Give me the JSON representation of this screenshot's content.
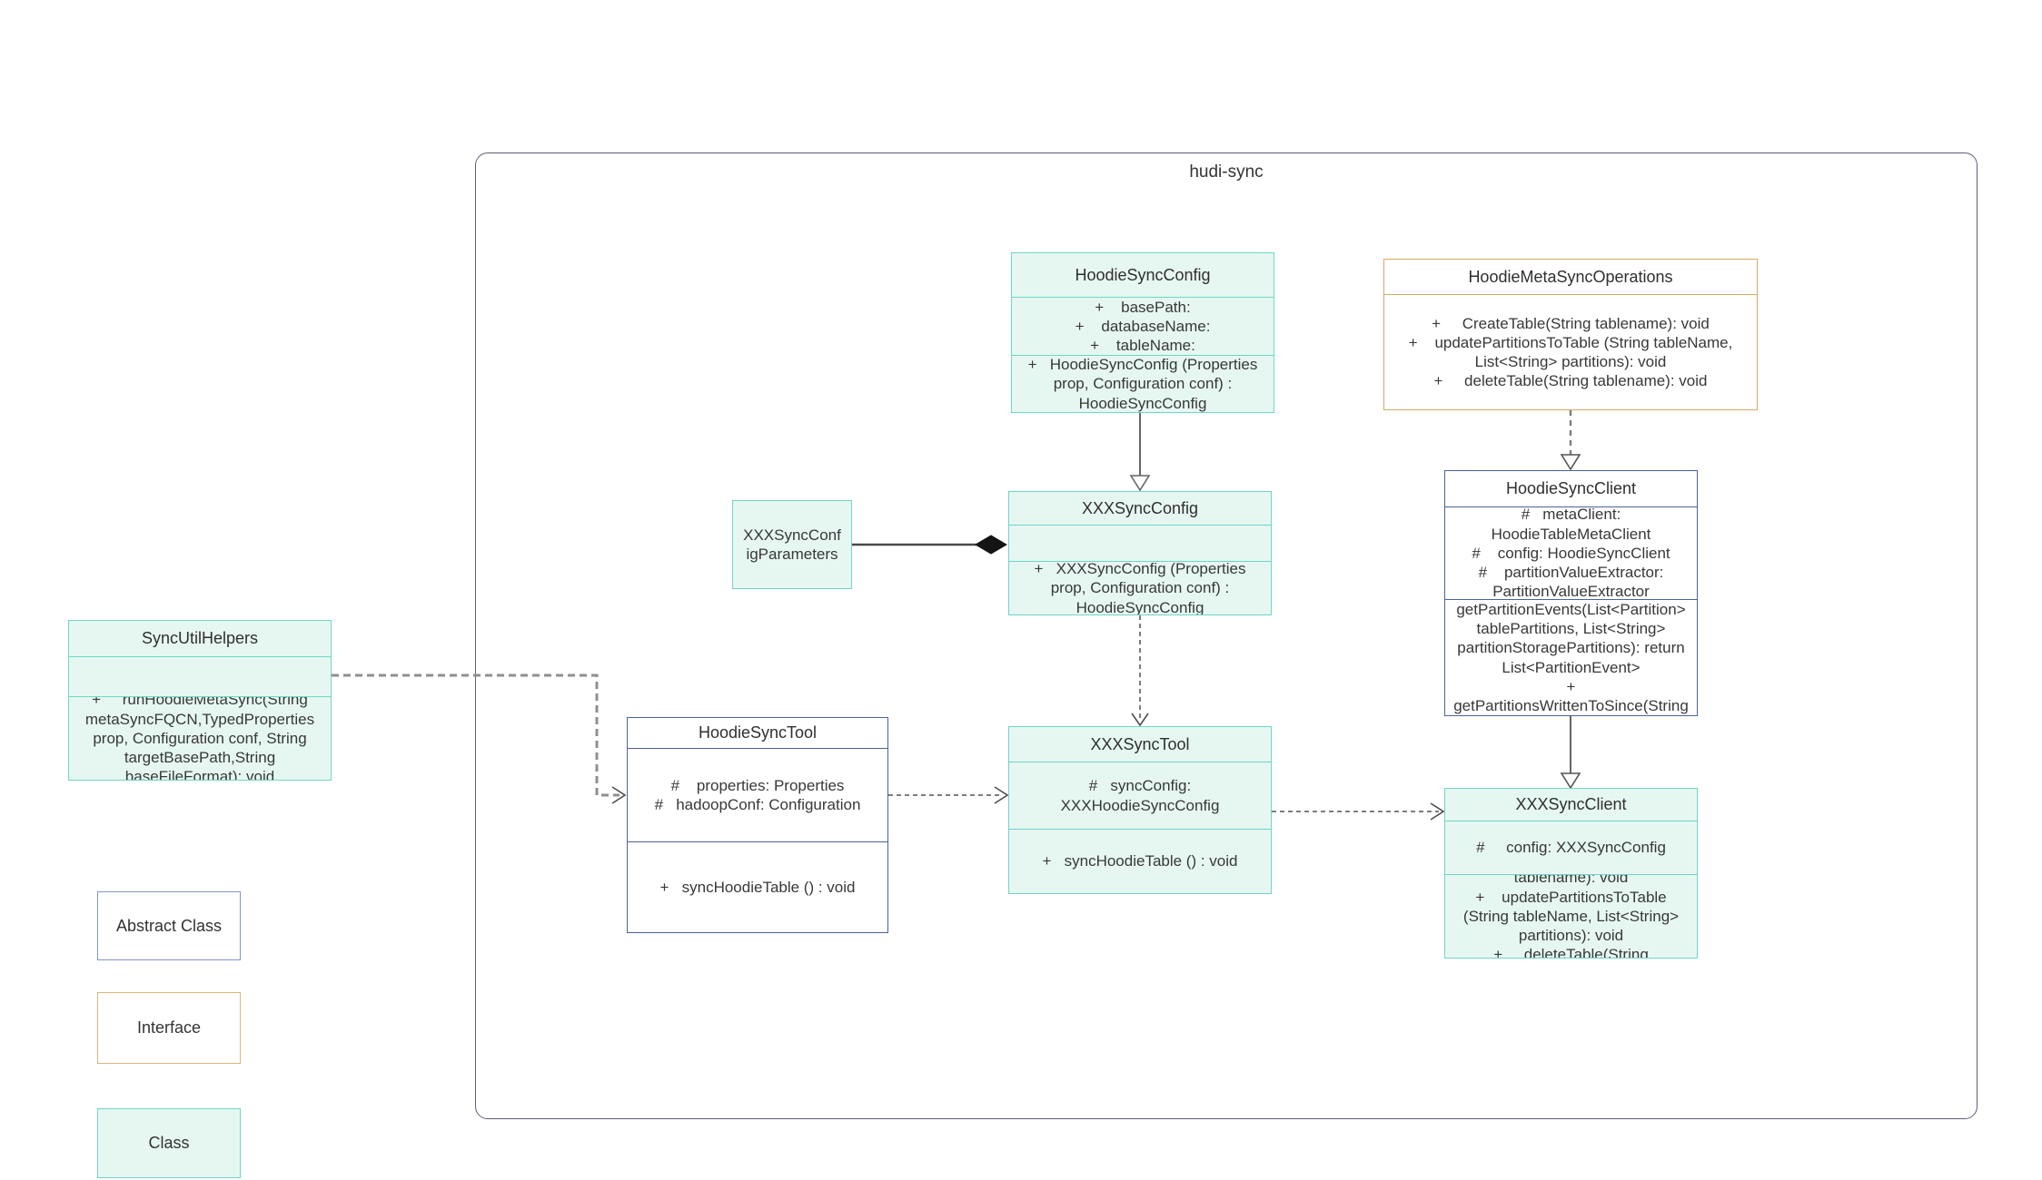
{
  "package": {
    "label": "hudi-sync"
  },
  "classes": {
    "hoodieSyncConfig": {
      "title": "HoodieSyncConfig",
      "attributes": [
        "+    basePath:",
        "+    databaseName:",
        "+    tableName:"
      ],
      "methods": [
        "+   HoodieSyncConfig (Properties prop, Configuration conf) : HoodieSyncConfig"
      ]
    },
    "hoodieMetaSyncOperations": {
      "title": "HoodieMetaSyncOperations",
      "methods": [
        "+     CreateTable(String tablename): void",
        "+    updatePartitionsToTable (String tableName, List<String> partitions): void",
        "+     deleteTable(String tablename): void"
      ]
    },
    "xxxSyncConfigParameters": {
      "title": "XXXSyncConfigParameters"
    },
    "xxxSyncConfig": {
      "title": "XXXSyncConfig",
      "methods": [
        "+   XXXSyncConfig (Properties prop, Configuration conf) : HoodieSyncConfig"
      ]
    },
    "hoodieSyncClient": {
      "title": "HoodieSyncClient",
      "attributes": [
        "#   metaClient: HoodieTableMetaClient",
        "#    config: HoodieSyncClient",
        "#    partitionValueExtractor: PartitionValueExtractor"
      ],
      "methods": [
        "+   getPartitionEvents(List<Partition> tablePartitions, List<String> partitionStoragePartitions): return List<PartitionEvent>",
        "+   getPartitionsWrittenToSince(String lastCommitTime) : List<String>"
      ]
    },
    "syncUtilHelpers": {
      "title": "SyncUtilHelpers",
      "methods": [
        "+     runHoodieMetaSync(String metaSyncFQCN,TypedProperties prop, Configuration conf, String targetBasePath,String baseFileFormat): void"
      ]
    },
    "hoodieSyncTool": {
      "title": "HoodieSyncTool",
      "attributes": [
        "#    properties: Properties",
        "#   hadoopConf: Configuration"
      ],
      "methods": [
        "+   syncHoodieTable () : void"
      ]
    },
    "xxxSyncTool": {
      "title": "XXXSyncTool",
      "attributes": [
        "#   syncConfig: XXXHoodieSyncConfig"
      ],
      "methods": [
        "+   syncHoodieTable () : void"
      ]
    },
    "xxxSyncClient": {
      "title": "XXXSyncClient",
      "attributes": [
        "#     config: XXXSyncConfig"
      ],
      "methods": [
        "+    CreateTable(String tablename): void",
        "+    updatePartitionsToTable (String tableName, List<String> partitions): void",
        "+     deleteTable(String tablename): void"
      ]
    }
  },
  "legend": {
    "abstract": "Abstract Class",
    "interface": "Interface",
    "class": "Class"
  },
  "colors": {
    "class_fill": "#e6f7f2",
    "class_border": "#6fd6c8",
    "abstract_border": "#4a639c",
    "interface_border": "#d8a865",
    "package_border": "#5c6078",
    "arrow_solid": "#666666",
    "arrow_dashed": "#808080"
  }
}
